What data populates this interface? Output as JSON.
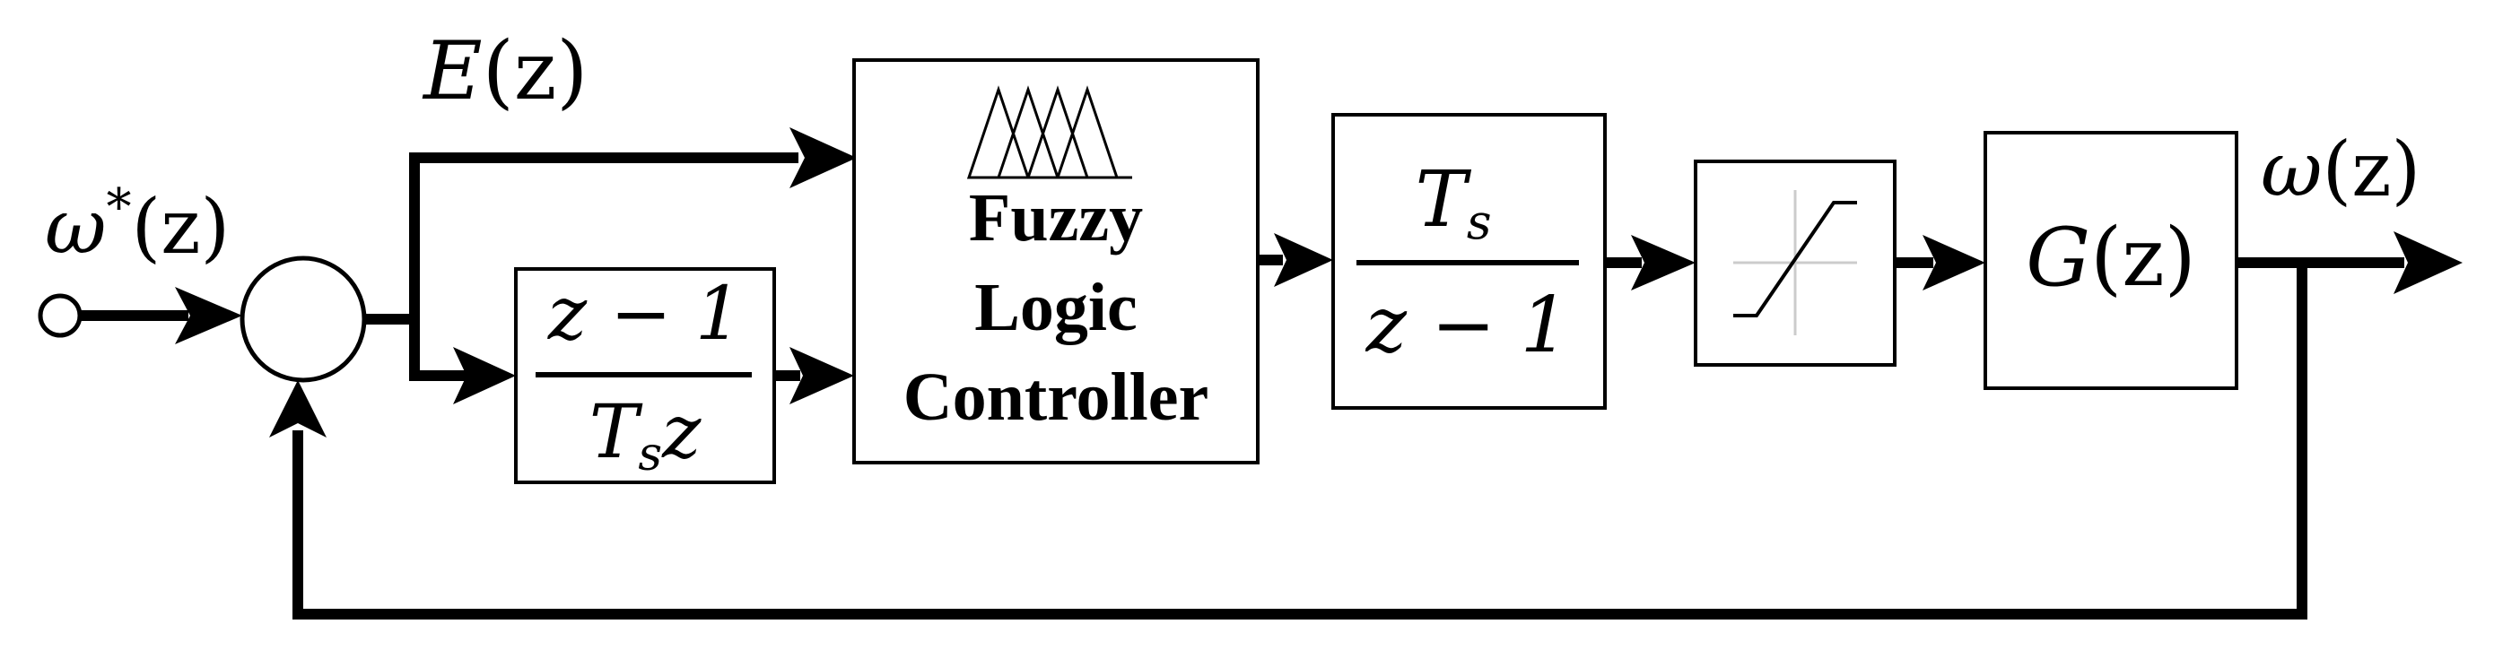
{
  "signals": {
    "reference": {
      "symbol": "ω",
      "superscript": "*",
      "argument": "(z)"
    },
    "error": {
      "symbol": "E",
      "argument": "(z)"
    },
    "output": {
      "symbol": "ω",
      "argument": "(z)"
    }
  },
  "blocks": {
    "derivative": {
      "numerator": "z − 1",
      "denominator_main": "T",
      "denominator_sub": "s",
      "denominator_tail": "z"
    },
    "fuzzy": {
      "line1": "Fuzzy",
      "line2": "Logic",
      "line3": "Controller"
    },
    "integrator": {
      "numerator_main": "T",
      "numerator_sub": "s",
      "denominator": "z − 1"
    },
    "plant": {
      "symbol": "G",
      "argument": "(z)"
    }
  }
}
